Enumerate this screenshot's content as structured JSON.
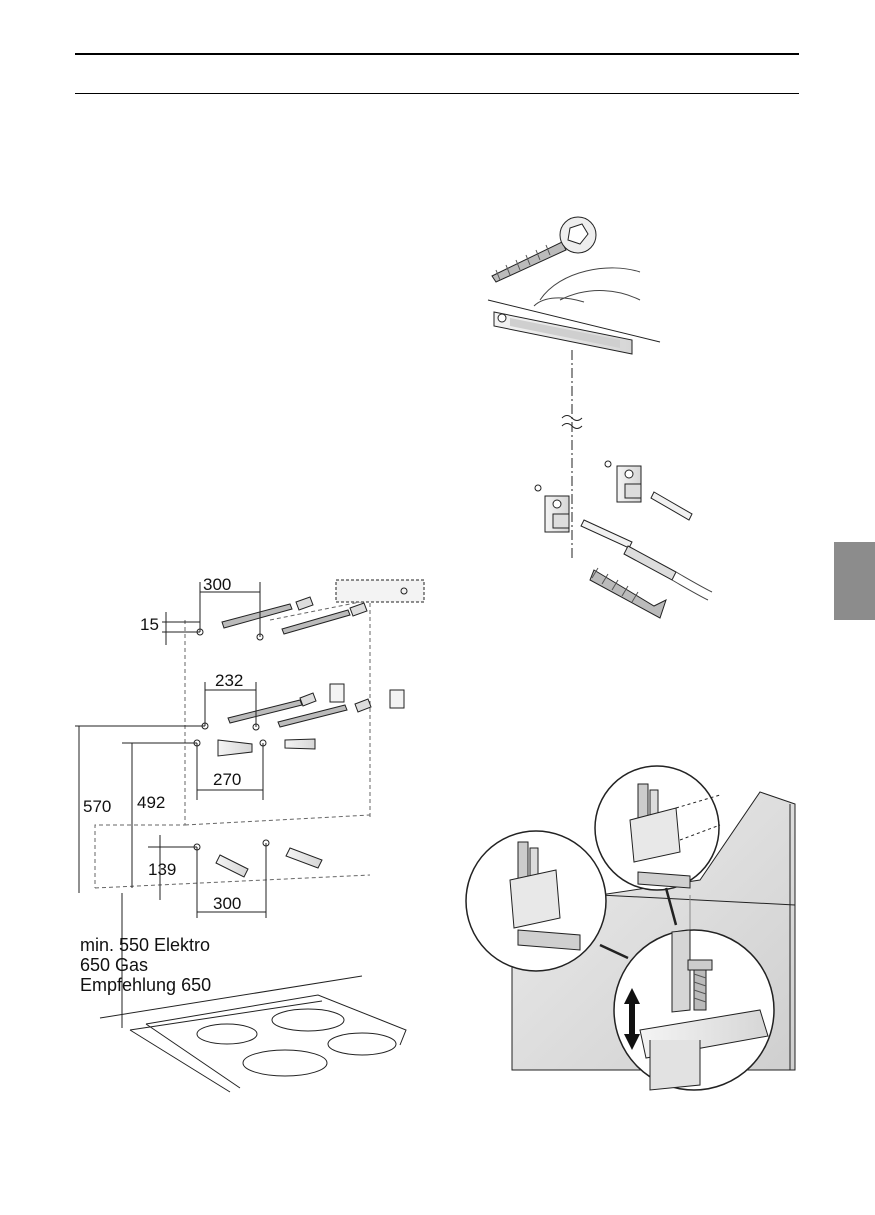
{
  "section_tab_color": "#8c8c8c",
  "mounting_diagram": {
    "dimensions": {
      "upper_hole_spacing": "300",
      "upper_offset": "15",
      "bracket_hole_spacing": "232",
      "middle_hole_spacing": "270",
      "height_upper_screws": "570",
      "height_middle_screws": "492",
      "lower_offset": "139",
      "lower_hole_spacing": "300"
    },
    "clearance_note": {
      "line1": "min. 550 Elektro",
      "line2": "650 Gas",
      "line3": "Empfehlung 650"
    }
  }
}
